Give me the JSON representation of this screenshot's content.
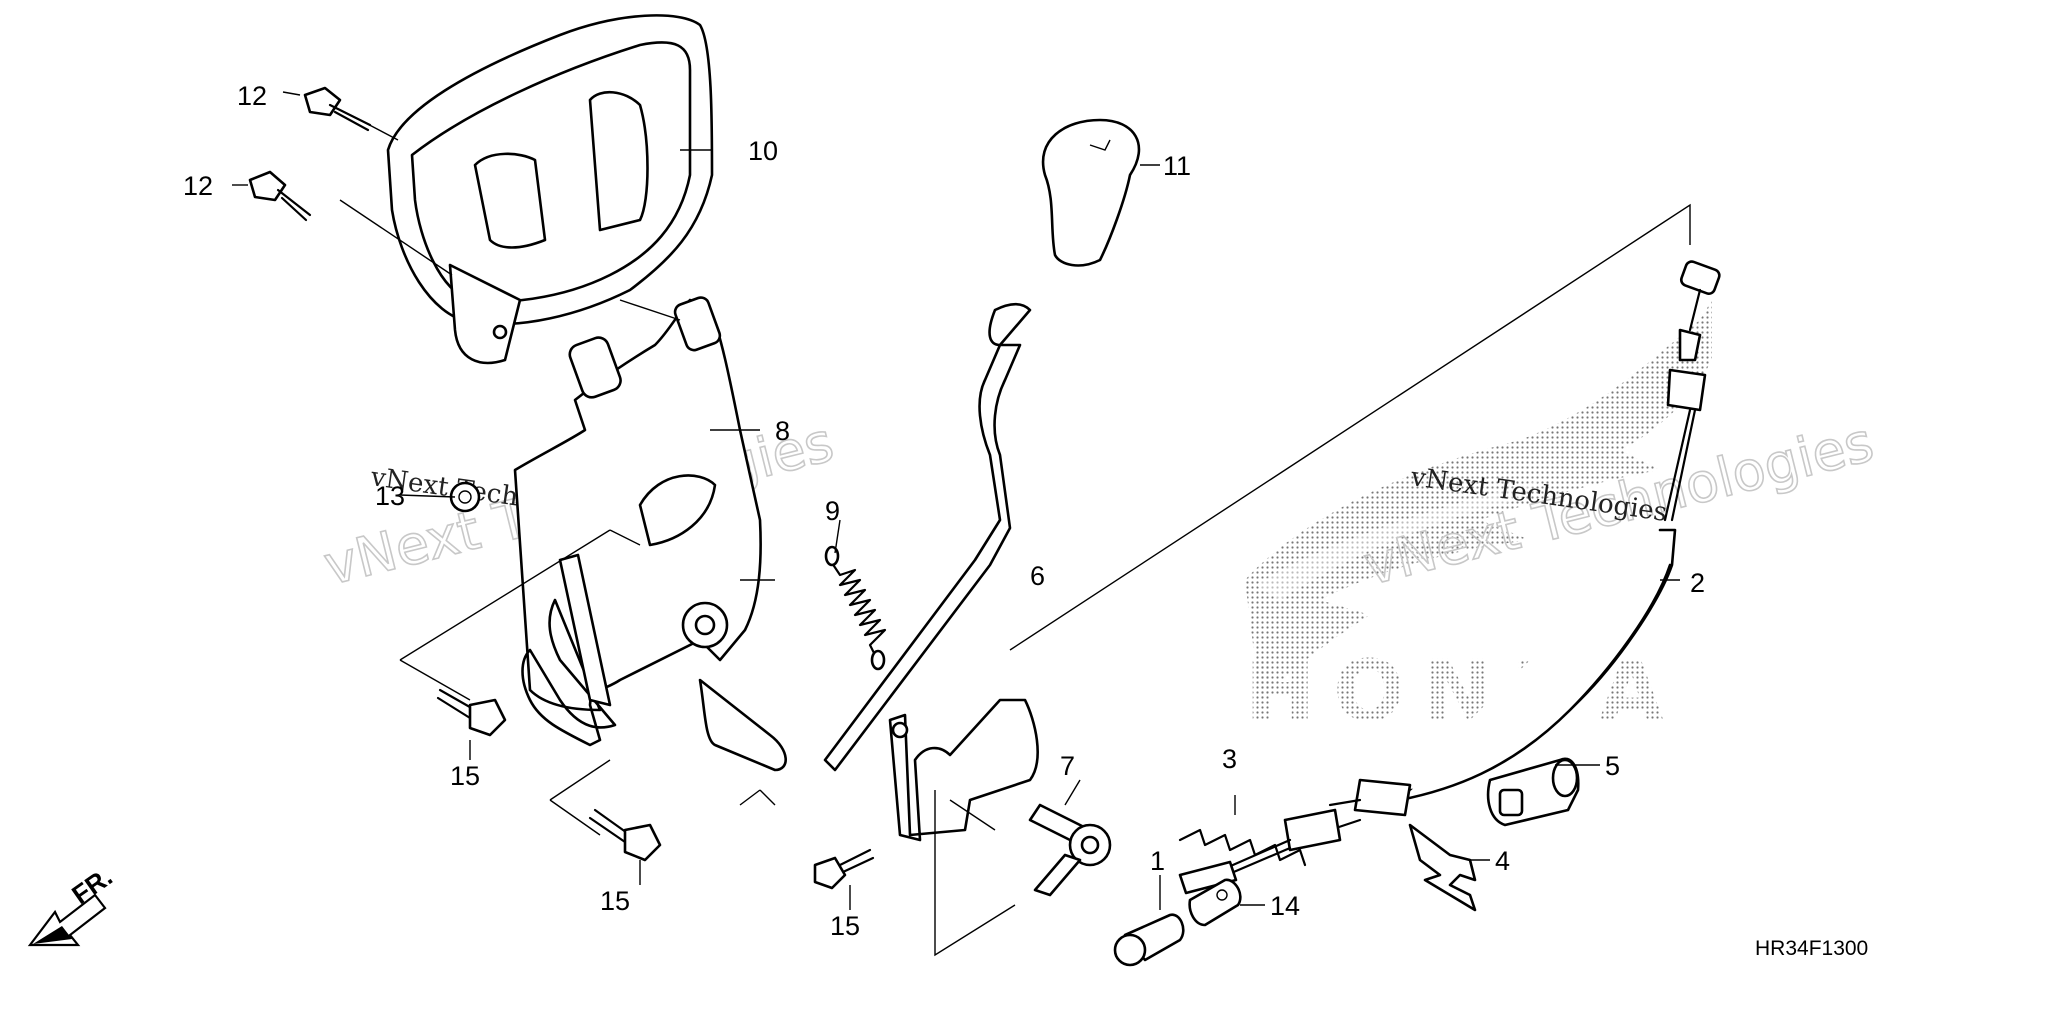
{
  "diagram": {
    "code": "HR34F1300",
    "front_marker": "FR.",
    "brand_logo": "HONDA",
    "watermarks": [
      "vNext Technologies",
      "vNext Technologies",
      "vNext Technologies",
      "vNext Technologies"
    ],
    "callouts": {
      "p1": "1",
      "p2": "2",
      "p3": "3",
      "p4": "4",
      "p5": "5",
      "p6": "6",
      "p7": "7",
      "p8": "8",
      "p9": "9",
      "p10": "10",
      "p11": "11",
      "p12a": "12",
      "p12b": "12",
      "p13": "13",
      "p14": "14",
      "p15a": "15",
      "p15b": "15",
      "p15c": "15"
    }
  }
}
